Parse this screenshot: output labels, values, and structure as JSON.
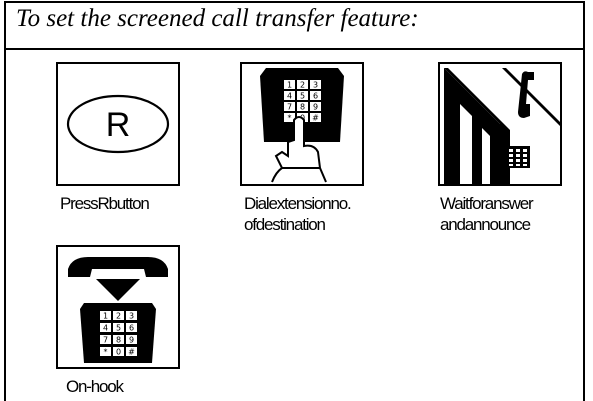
{
  "title": "To set the screened call transfer feature:",
  "steps": [
    {
      "icon": "r-button-icon",
      "key_label": "R",
      "caption": [
        "PressRbutton"
      ]
    },
    {
      "icon": "dialpad-finger-icon",
      "caption": [
        "Dialextensionno.",
        "ofdestination"
      ]
    },
    {
      "icon": "handset-answer-icon",
      "caption": [
        "Waitforanswer",
        "andannounce"
      ]
    },
    {
      "icon": "on-hook-phone-icon",
      "caption": [
        "On-hook"
      ]
    }
  ],
  "keypad": [
    "1",
    "2",
    "3",
    "4",
    "5",
    "6",
    "7",
    "8",
    "9",
    "*",
    "0",
    "#"
  ]
}
